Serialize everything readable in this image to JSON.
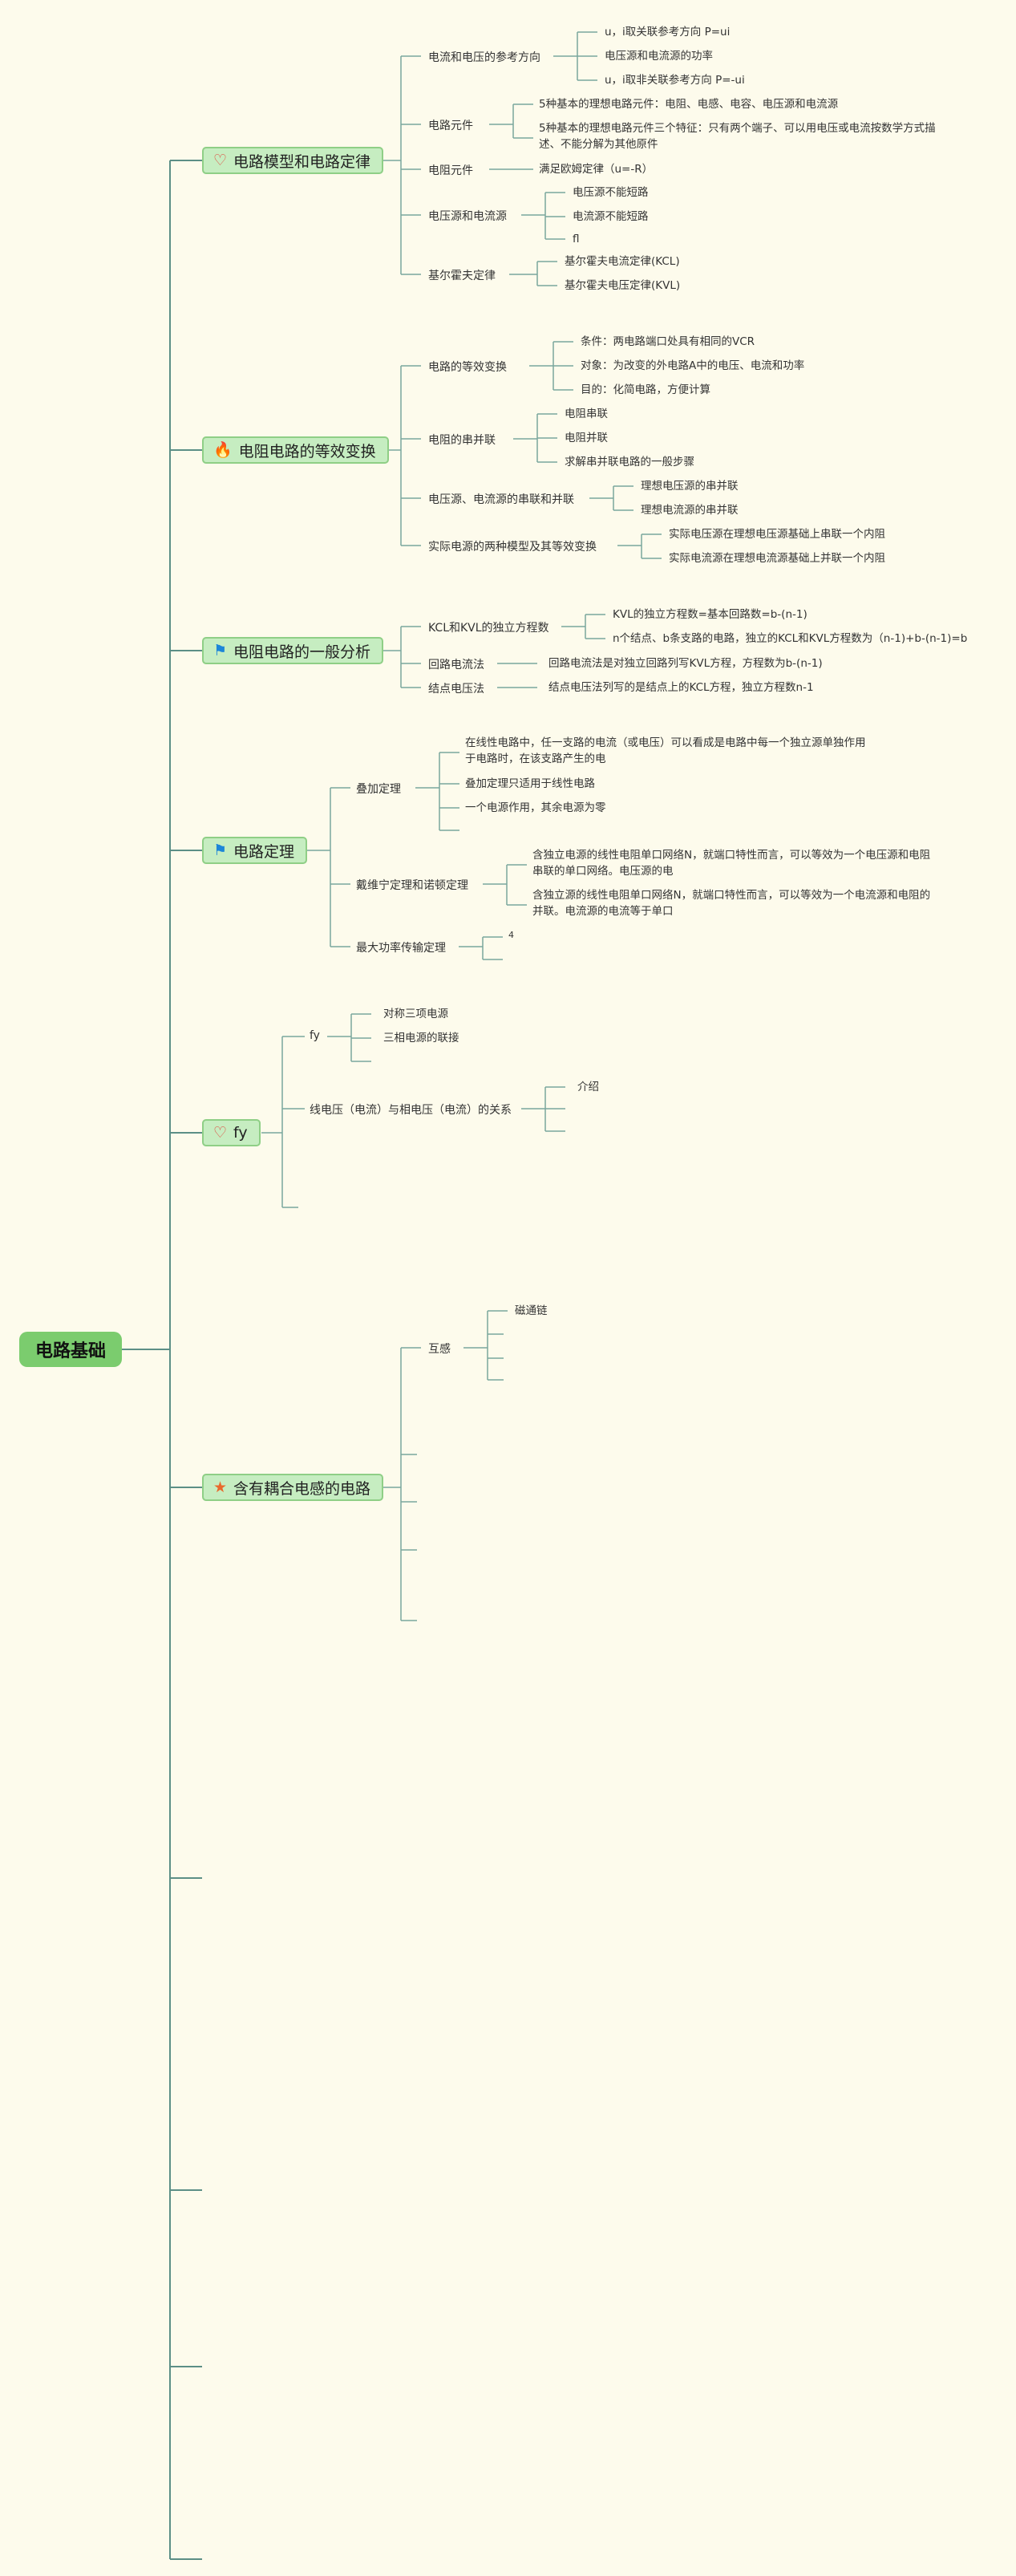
{
  "root": "电路基础",
  "topics": [
    {
      "icon": "heart-icon",
      "label": "电路模型和电路定律",
      "children": [
        {
          "label": "电流和电压的参考方向",
          "leaves": [
            "u，i取关联参考方向 P=ui",
            "电压源和电流源的功率",
            "u，i取非关联参考方向 P=-ui"
          ]
        },
        {
          "label": "电路元件",
          "leaves": [
            "5种基本的理想电路元件：电阻、电感、电容、电压源和电流源",
            "5种基本的理想电路元件三个特征：只有两个端子、可以用电压或电流按数学方式描述、不能分解为其他原件"
          ]
        },
        {
          "label": "电阻元件",
          "leaves": [
            "满足欧姆定律（u=-R）"
          ]
        },
        {
          "label": "电压源和电流源",
          "leaves": [
            "电压源不能短路",
            "电流源不能短路",
            "fl"
          ]
        },
        {
          "label": "基尔霍夫定律",
          "leaves": [
            "基尔霍夫电流定律(KCL)",
            "基尔霍夫电压定律(KVL)"
          ]
        }
      ]
    },
    {
      "icon": "fire-icon",
      "label": "电阻电路的等效变换",
      "children": [
        {
          "label": "电路的等效变换",
          "leaves": [
            "条件：两电路端口处具有相同的VCR",
            "对象：为改变的外电路A中的电压、电流和功率",
            "目的：化简电路，方便计算"
          ]
        },
        {
          "label": "电阻的串并联",
          "leaves": [
            "电阻串联",
            "电阻并联",
            "求解串并联电路的一般步骤"
          ]
        },
        {
          "label": "电压源、电流源的串联和并联",
          "leaves": [
            "理想电压源的串并联",
            "理想电流源的串并联"
          ]
        },
        {
          "label": "实际电源的两种模型及其等效变换",
          "leaves": [
            "实际电压源在理想电压源基础上串联一个内阻",
            "实际电流源在理想电流源基础上并联一个内阻"
          ]
        }
      ]
    },
    {
      "icon": "flag-icon",
      "label": "电阻电路的一般分析",
      "children": [
        {
          "label": "KCL和KVL的独立方程数",
          "leaves": [
            "KVL的独立方程数=基本回路数=b-(n-1)",
            "n个结点、b条支路的电路，独立的KCL和KVL方程数为（n-1)+b-(n-1)=b"
          ]
        },
        {
          "label": "回路电流法",
          "leaves": [
            "回路电流法是对独立回路列写KVL方程，方程数为b-(n-1)"
          ]
        },
        {
          "label": "结点电压法",
          "leaves": [
            "结点电压法列写的是结点上的KCL方程，独立方程数n-1"
          ]
        }
      ]
    },
    {
      "icon": "flag-icon",
      "label": "电路定理",
      "children": [
        {
          "label": "叠加定理",
          "leaves": [
            "在线性电路中，任一支路的电流（或电压）可以看成是电路中每一个独立源单独作用于电路时，在该支路产生的电",
            "叠加定理只适用于线性电路",
            "一个电源作用，其余电源为零"
          ]
        },
        {
          "label": "戴维宁定理和诺顿定理",
          "leaves": [
            "含独立电源的线性电阻单口网络N，就端口特性而言，可以等效为一个电压源和电阻串联的单口网络。电压源的电",
            "含独立源的线性电阻单口网络N，就端口特性而言，可以等效为一个电流源和电阻的并联。电流源的电流等于单口"
          ]
        },
        {
          "label": "最大功率传输定理",
          "leaves": [
            "4"
          ]
        }
      ]
    },
    {
      "icon": "heart-icon",
      "label": "fy",
      "children": [
        {
          "label": "fy",
          "leaves": [
            "对称三项电源",
            "三相电源的联接"
          ]
        },
        {
          "label": "线电压（电流）与相电压（电流）的关系",
          "leaves": [
            "介绍"
          ]
        }
      ]
    },
    {
      "icon": "star-icon",
      "label": "含有耦合电感的电路",
      "children": [
        {
          "label": "互感",
          "leaves": [
            "磁通链"
          ]
        }
      ]
    }
  ]
}
